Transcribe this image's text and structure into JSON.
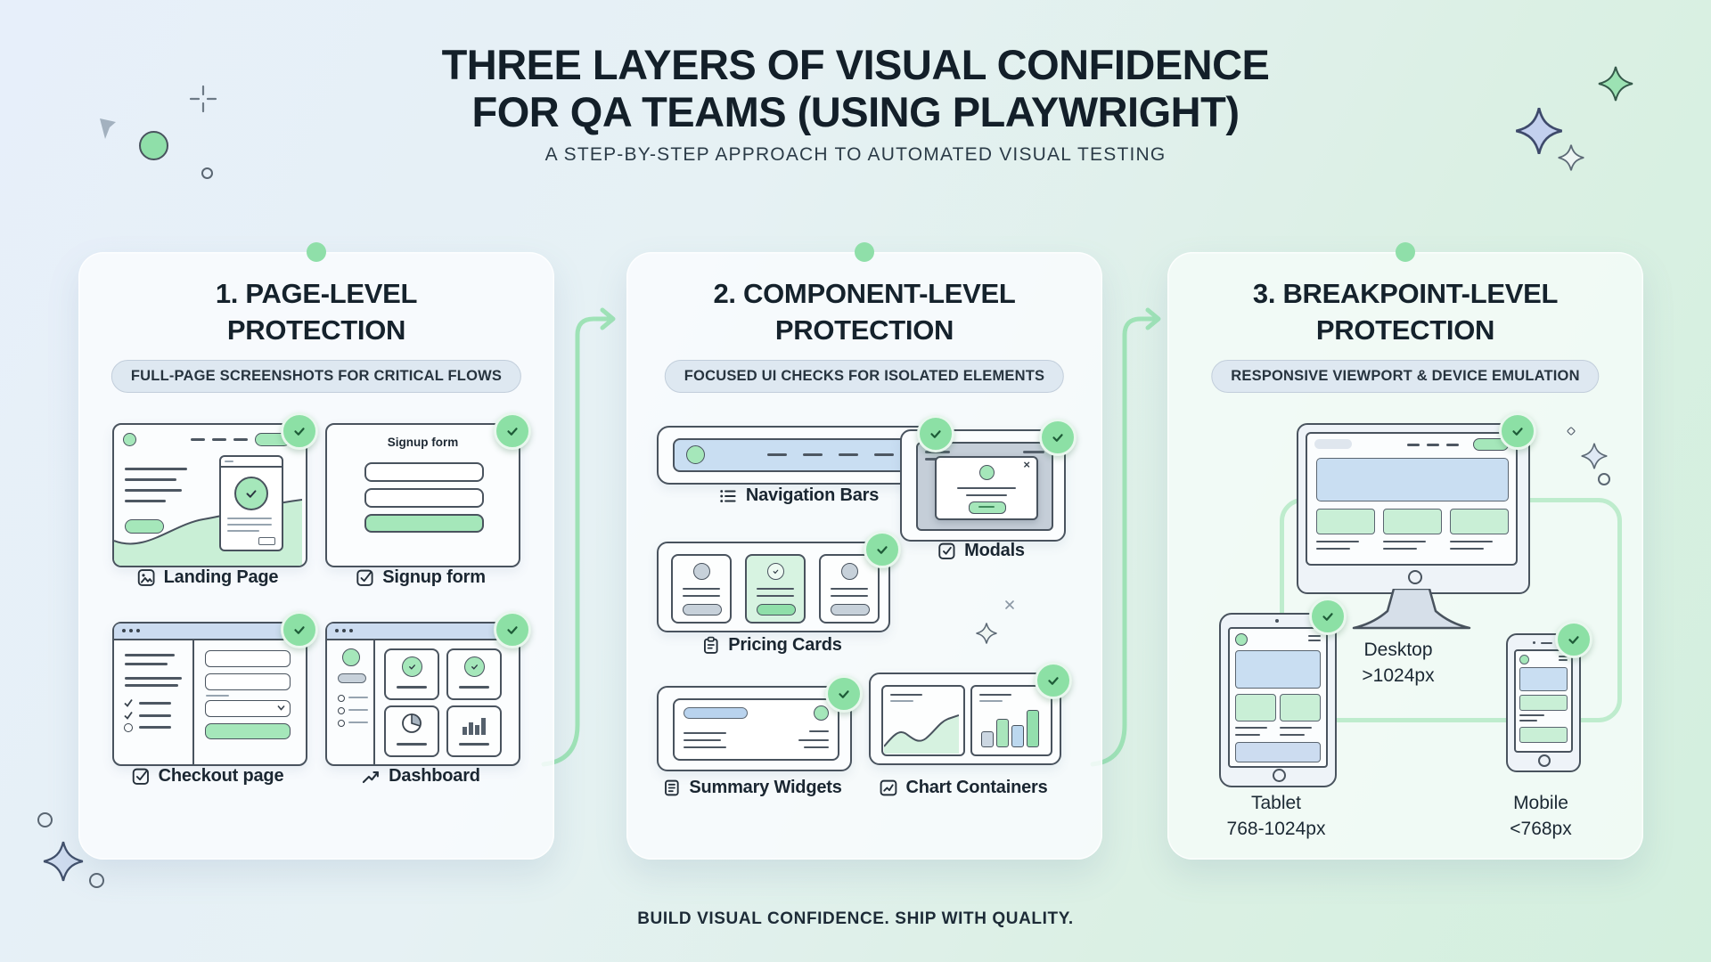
{
  "header": {
    "title_line1": "THREE LAYERS OF VISUAL CONFIDENCE",
    "title_line2": "FOR QA TEAMS (USING PLAYWRIGHT)",
    "subtitle": "A STEP-BY-STEP APPROACH TO AUTOMATED VISUAL TESTING"
  },
  "panels": [
    {
      "title_line1": "1. PAGE-LEVEL",
      "title_line2": "PROTECTION",
      "badge": "FULL-PAGE SCREENSHOTS FOR CRITICAL FLOWS",
      "cards": [
        {
          "icon": "image-icon",
          "label": "Landing Page"
        },
        {
          "icon": "checkbox-icon",
          "label": "Signup form",
          "illustration_title": "Signup form"
        },
        {
          "icon": "checkbox-icon",
          "label": "Checkout page"
        },
        {
          "icon": "trend-icon",
          "label": "Dashboard"
        }
      ]
    },
    {
      "title_line1": "2. COMPONENT-LEVEL",
      "title_line2": "PROTECTION",
      "badge": "FOCUSED UI CHECKS FOR ISOLATED ELEMENTS",
      "cards": [
        {
          "icon": "list-icon",
          "label": "Navigation Bars"
        },
        {
          "icon": "checkbox-icon",
          "label": "Modals",
          "close_glyph": "×"
        },
        {
          "icon": "clipboard-icon",
          "label": "Pricing Cards"
        },
        {
          "icon": "document-icon",
          "label": "Summary Widgets"
        },
        {
          "icon": "chart-icon",
          "label": "Chart Containers"
        }
      ]
    },
    {
      "title_line1": "3. BREAKPOINT-LEVEL",
      "title_line2": "PROTECTION",
      "badge": "RESPONSIVE VIEWPORT & DEVICE EMULATION",
      "devices": [
        {
          "name": "Desktop",
          "range": ">1024px"
        },
        {
          "name": "Tablet",
          "range": "768-1024px"
        },
        {
          "name": "Mobile",
          "range": "<768px"
        }
      ]
    }
  ],
  "footer": "BUILD VISUAL CONFIDENCE. SHIP WITH QUALITY.",
  "colors": {
    "accent_green": "#8ce0a5",
    "light_green_fill": "#c9efd6",
    "light_blue_fill": "#c9def2",
    "outline": "#49535e",
    "text_dark": "#15222c",
    "badge_bg": "#dee8f1"
  }
}
